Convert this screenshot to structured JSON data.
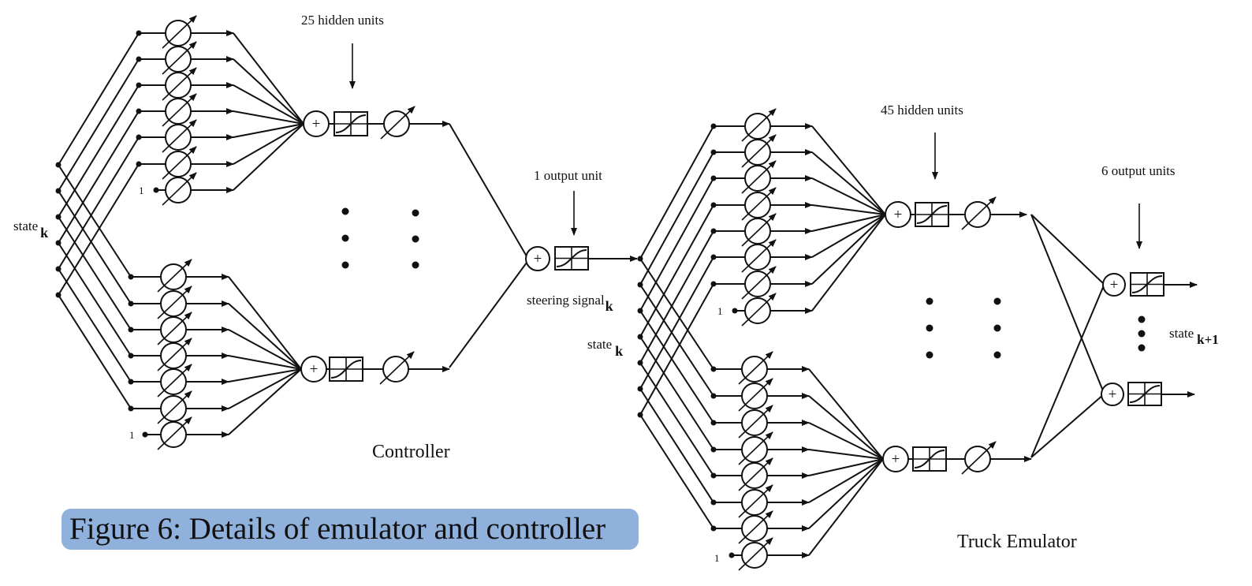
{
  "caption": "Figure 6: Details of emulator and controller",
  "controller": {
    "name": "Controller",
    "hidden_label": "25 hidden units",
    "output_label": "1 output unit",
    "input_label_main": "state",
    "input_label_sub": "k",
    "bias_label": "1"
  },
  "emulator": {
    "name": "Truck Emulator",
    "hidden_label": "45 hidden units",
    "output_label": "6 output units",
    "input_steering_main": "steering signal",
    "input_steering_sub": "k",
    "input_state_main": "state",
    "input_state_sub": "k",
    "output_state_main": "state",
    "output_state_sub": "k+1",
    "bias_label": "1"
  },
  "symbols": {
    "sum": "+"
  }
}
